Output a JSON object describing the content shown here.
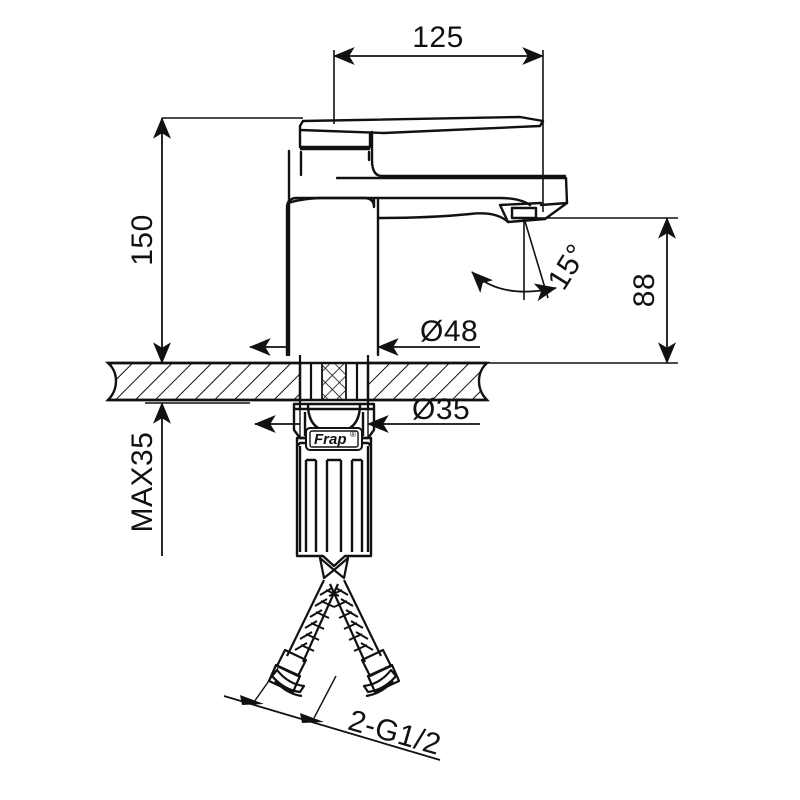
{
  "drawing": {
    "type": "technical-dimension-drawing",
    "subject": "single-lever basin faucet",
    "brand": "Frap",
    "units": "mm",
    "line_color": "#111111",
    "background_color": "#ffffff"
  },
  "dimensions": {
    "spout_reach": {
      "label": "125",
      "orientation": "horizontal",
      "position": "top"
    },
    "total_height": {
      "label": "150",
      "orientation": "vertical-rotated",
      "position": "left"
    },
    "spout_height": {
      "label": "88",
      "orientation": "vertical-rotated",
      "position": "right"
    },
    "base_diameter": {
      "label": "Ø48",
      "orientation": "horizontal",
      "position": "above-counter"
    },
    "shank_diameter": {
      "label": "Ø35",
      "orientation": "horizontal",
      "position": "below-counter"
    },
    "counter_thickness": {
      "label": "MAX35",
      "orientation": "vertical-rotated",
      "position": "left-lower"
    },
    "outlet_angle": {
      "label": "15°",
      "orientation": "rotated",
      "position": "spout-tip"
    },
    "hose_thread": {
      "label": "2-G1/2",
      "orientation": "slanted",
      "position": "bottom"
    }
  },
  "logo": {
    "text": "Frap",
    "registered_mark": "®"
  }
}
